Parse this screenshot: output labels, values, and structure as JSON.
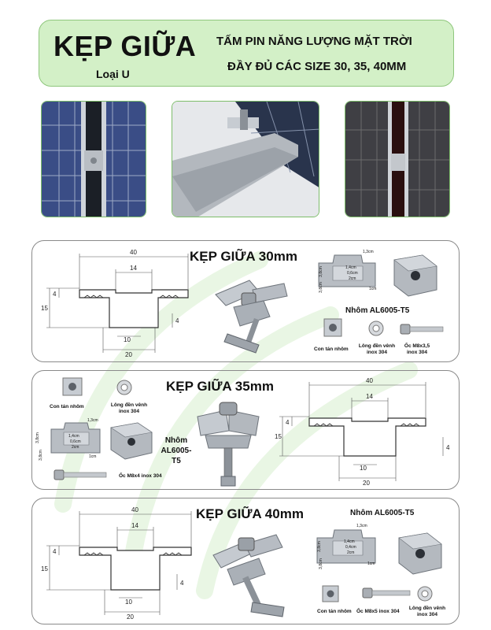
{
  "header": {
    "title": "KẸP GIỮA",
    "subtitle": "Loại U",
    "line1": "TẤM PIN NĂNG LƯỢNG MẶT TRỜI",
    "line2": "ĐẦY ĐỦ CÁC SIZE 30, 35, 40MM"
  },
  "drawing_dims": {
    "width": "40",
    "inner": "14",
    "height": "15",
    "lip": "4",
    "gap": "10",
    "base": "20"
  },
  "parts_dims": {
    "top": "1,3cm",
    "d1": "1,4cm",
    "d2": "0,6cm",
    "d3": "2cm",
    "left1": "3,8cm",
    "left2": "3,8cm",
    "right": "1cm"
  },
  "parts_dims_40": {
    "d2": "0,4cm"
  },
  "sections": [
    {
      "title": "KẸP GIỮA 30mm",
      "material": "Nhôm AL6005-T5",
      "nut": "Con tán nhôm",
      "washer": "Lông đền vênh inox 304",
      "bolt": "Ốc M8x3,5 inox 304"
    },
    {
      "title": "KẸP GIỮA 35mm",
      "material": "Nhôm AL6005-T5",
      "nut": "Con tán nhôm",
      "washer": "Lông đền vênh inox 304",
      "bolt": "Ốc M8x4 inox 304"
    },
    {
      "title": "KẸP GIỮA 40mm",
      "material": "Nhôm AL6005-T5",
      "nut": "Con tán nhôm",
      "washer": "Lông đền vênh inox 304",
      "bolt": "Ốc M8x5 inox 304"
    }
  ]
}
